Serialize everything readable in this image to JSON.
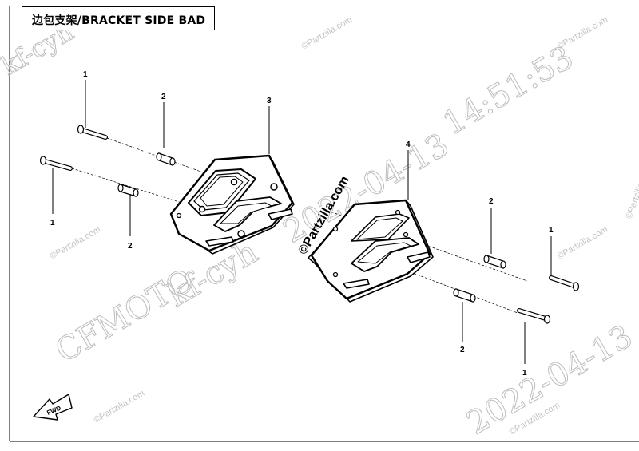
{
  "title": "边包支架/BRACKET SIDE BAD",
  "callouts": [
    {
      "id": "c1-top-left",
      "label": "1"
    },
    {
      "id": "c2-top-left",
      "label": "2"
    },
    {
      "id": "c3",
      "label": "3"
    },
    {
      "id": "c1-left",
      "label": "1"
    },
    {
      "id": "c2-left",
      "label": "2"
    },
    {
      "id": "c4",
      "label": "4"
    },
    {
      "id": "c2-right-top",
      "label": "2"
    },
    {
      "id": "c1-right-top",
      "label": "1"
    },
    {
      "id": "c2-right-bottom",
      "label": "2"
    },
    {
      "id": "c1-right-bottom",
      "label": "1"
    }
  ],
  "watermarks": {
    "timestamp_time": "14:51:53",
    "timestamp_date": "2022-04-13",
    "user": "kf-cyh",
    "brand": "CFMOTO",
    "site": "©Partzilla.com"
  },
  "fwd_label": "FWD"
}
